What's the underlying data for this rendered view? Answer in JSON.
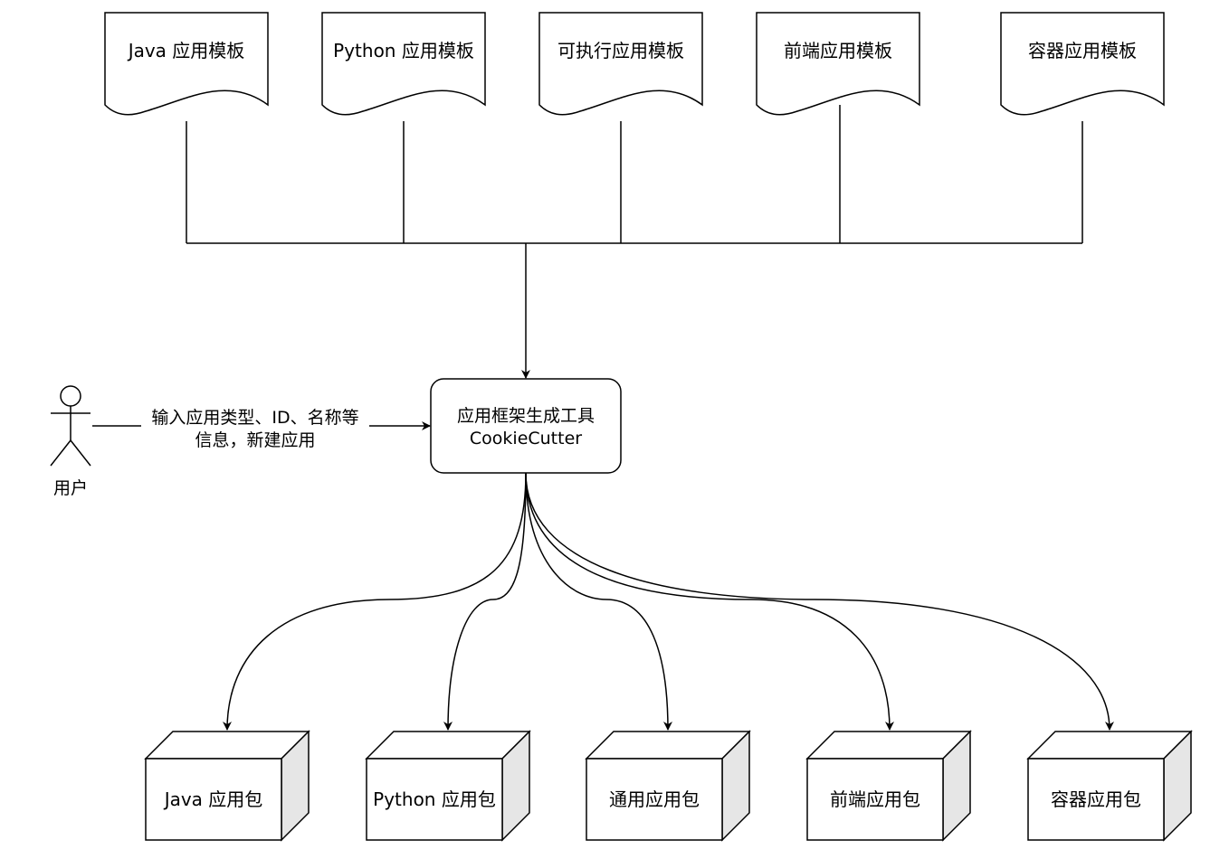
{
  "templates": [
    {
      "id": "java",
      "label": "Java 应用模板"
    },
    {
      "id": "python",
      "label": "Python 应用模板"
    },
    {
      "id": "exec",
      "label": "可执行应用模板"
    },
    {
      "id": "frontend",
      "label": "前端应用模板"
    },
    {
      "id": "container",
      "label": "容器应用模板"
    }
  ],
  "tool": {
    "line1": "应用框架生成工具",
    "line2": "CookieCutter"
  },
  "actor": {
    "label": "用户"
  },
  "user_edge": {
    "line1": "输入应用类型、ID、名称等",
    "line2": "信息，新建应用"
  },
  "packages": [
    {
      "id": "java",
      "label": "Java 应用包"
    },
    {
      "id": "python",
      "label": "Python 应用包"
    },
    {
      "id": "generic",
      "label": "通用应用包"
    },
    {
      "id": "frontend",
      "label": "前端应用包"
    },
    {
      "id": "container",
      "label": "容器应用包"
    }
  ],
  "colors": {
    "stroke": "#000000",
    "package_side": "#e6e6e6",
    "background": "#ffffff"
  }
}
